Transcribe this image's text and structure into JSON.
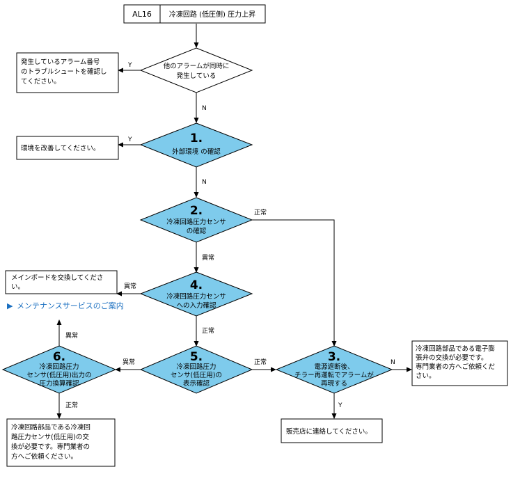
{
  "header": {
    "code": "AL16",
    "title": "冷凍回路 (低圧側) 圧力上昇"
  },
  "decisions": {
    "d0": {
      "lines": [
        "他のアラームが同時に",
        "発生している"
      ]
    },
    "d1": {
      "num": "1.",
      "lines": [
        "外部環境 の確認"
      ]
    },
    "d2": {
      "num": "2.",
      "lines": [
        "冷凍回路圧力センサ",
        "の確認"
      ]
    },
    "d4": {
      "num": "4.",
      "lines": [
        "冷凍回路圧力センサ",
        "への入力確認"
      ]
    },
    "d5": {
      "num": "5.",
      "lines": [
        "冷凍回路圧力",
        "センサ(低圧用)の",
        "表示確認"
      ]
    },
    "d6": {
      "num": "6.",
      "lines": [
        "冷凍回路圧力",
        "センサ(低圧用)出力の",
        "圧力換算確認"
      ]
    },
    "d3": {
      "num": "3.",
      "lines": [
        "電源遮断後、",
        "チラー再運転でアラームが",
        "再現する"
      ]
    }
  },
  "actions": {
    "a0": {
      "lines": [
        "発生しているアラーム番号",
        "のトラブルシュートを確認し",
        "てください。"
      ]
    },
    "a1": {
      "lines": [
        "環境を改善してください。"
      ]
    },
    "a4": {
      "lines": [
        "メインボードを交換してくださ",
        "い。"
      ]
    },
    "a6": {
      "lines": [
        "冷凍回路部品である冷凍回",
        "路圧力センサ(低圧用)の交",
        "換が必要です。専門業者の",
        "方へご依頼ください。"
      ]
    },
    "a3n": {
      "lines": [
        "冷凍回路部品である電子膨",
        "張弁の交換が必要です。",
        "専門業者の方へご依頼くだ",
        "さい。"
      ]
    },
    "a3y": {
      "lines": [
        "販売店に連絡してください。"
      ]
    }
  },
  "link": {
    "text": "メンテナンスサービスのご案内",
    "marker": "▶"
  },
  "edge_labels": {
    "d0_y": "Y",
    "d0_n": "N",
    "d1_y": "Y",
    "d1_n": "N",
    "d2_ok": "正常",
    "d2_ng": "異常",
    "d4_ng": "異常",
    "d4_ok": "正常",
    "d5_ng": "異常",
    "d5_ok": "正常",
    "d6_ng": "異常",
    "d6_ok": "正常",
    "d3_n": "N",
    "d3_y": "Y"
  },
  "colors": {
    "diamond_fill": "#7ecbec",
    "link": "#1a6fc0"
  }
}
